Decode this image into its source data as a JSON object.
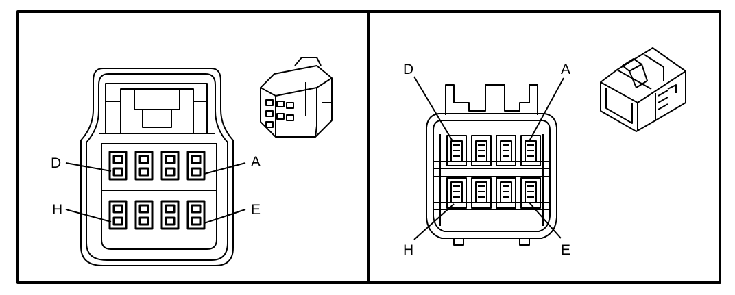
{
  "left_panel": {
    "labels": {
      "D": "D",
      "A": "A",
      "H": "H",
      "E": "E"
    }
  },
  "right_panel": {
    "labels": {
      "D": "D",
      "A": "A",
      "H": "H",
      "E": "E"
    }
  },
  "colors": {
    "line": "#000000",
    "background": "#ffffff"
  }
}
